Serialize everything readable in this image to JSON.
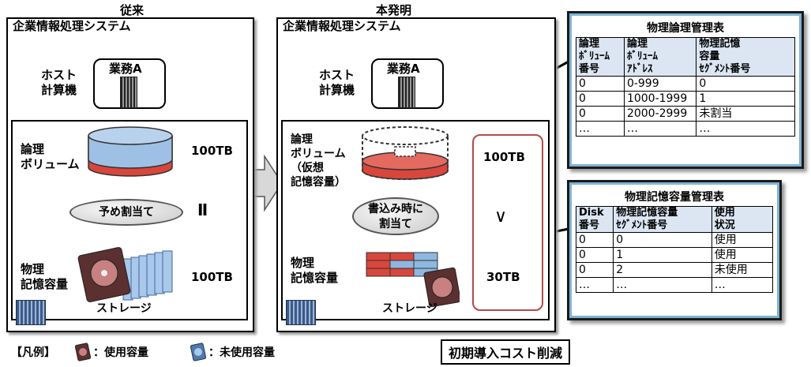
{
  "left": {
    "heading": "従来",
    "system": "企業情報処理システム",
    "host": "ホスト\n計算機",
    "job": "業務A",
    "logical_volume": "論理\nボリューム",
    "volume_size": "100TB",
    "preallocate": "予め割当て",
    "equals": "Ⅱ",
    "physical": "物理\n記憶容量",
    "physical_size": "100TB",
    "storage": "ストレージ"
  },
  "right": {
    "heading": "本発明",
    "system": "企業情報処理システム",
    "host": "ホスト\n計算機",
    "job": "業務A",
    "logical_volume": "論理\nボリューム\n（仮想\n記憶容量）",
    "volume_size": "100TB",
    "allocate_on_write": "書込み時に\n割当て",
    "greater": "∨",
    "physical": "物理\n記憶容量",
    "physical_size": "30TB",
    "storage": "ストレージ"
  },
  "cost_reduction": "初期導入コスト削減",
  "legend": {
    "bracket": "【凡例】",
    "used": "：使用容量",
    "unused": "：未使用容量"
  },
  "table1": {
    "title": "物理論理管理表",
    "headers": [
      "論理\nﾎﾞﾘｭｰﾑ\n番号",
      "論理\nﾎﾞﾘｭｰﾑ\nｱﾄﾞﾚｽ",
      "物理記憶\n容量\nｾｸﾞﾒﾝﾄ番号"
    ],
    "rows": [
      [
        "0",
        "0-999",
        "0"
      ],
      [
        "0",
        "1000-1999",
        "1"
      ],
      [
        "0",
        "2000-2999",
        "未割当"
      ],
      [
        "…",
        "…",
        "…"
      ]
    ]
  },
  "table2": {
    "title": "物理記憶容量管理表",
    "headers": [
      "Disk\n番号",
      "物理記憶容量\nｾｸﾞﾒﾝﾄ番号",
      "使用\n状況"
    ],
    "rows": [
      [
        "0",
        "0",
        "使用"
      ],
      [
        "0",
        "1",
        "使用"
      ],
      [
        "0",
        "2",
        "未使用"
      ],
      [
        "…",
        "…",
        "…"
      ]
    ]
  },
  "colors": {
    "used_red": "#d9463c",
    "unused_blue": "#8fb8e0",
    "table_border_blue": "#7fb3d5",
    "cost_box_red": "#b34a4a"
  }
}
